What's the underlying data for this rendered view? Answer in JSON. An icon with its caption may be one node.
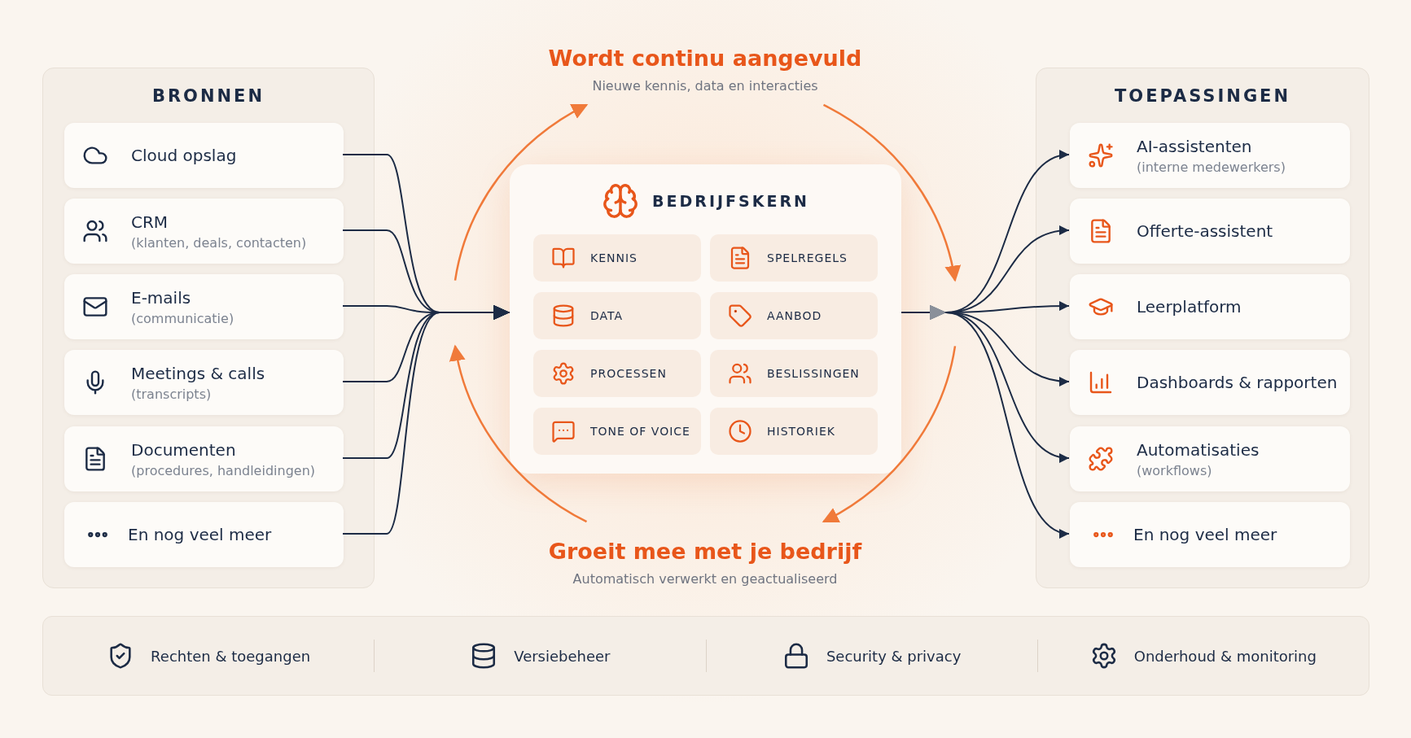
{
  "diagram": {
    "nodes": [
      {
        "text": [
          "BRONNEN"
        ]
      },
      {
        "text": [
          "Cloud opslag"
        ],
        "in": 0
      },
      {
        "text": [
          "CRM",
          "(klanten, deals, contacten)"
        ],
        "in": 0
      },
      {
        "text": [
          "E-mails",
          "(communicatie)"
        ],
        "in": 0
      },
      {
        "text": [
          "Meetings & calls",
          "(transcripts)"
        ],
        "in": 0
      },
      {
        "text": [
          "Documenten",
          "(procedures, handleidingen)"
        ],
        "in": 0
      },
      {
        "text": [
          "En nog veel meer"
        ],
        "in": 0
      },
      {
        "text": [
          "BEDRIJFSKERN"
        ]
      },
      {
        "text": [
          "KENNIS"
        ],
        "in": 7
      },
      {
        "text": [
          "SPELREGELS"
        ],
        "in": 7
      },
      {
        "text": [
          "DATA"
        ],
        "in": 7
      },
      {
        "text": [
          "AANBOD"
        ],
        "in": 7
      },
      {
        "text": [
          "PROCESSEN"
        ],
        "in": 7
      },
      {
        "text": [
          "BESLISSINGEN"
        ],
        "in": 7
      },
      {
        "text": [
          "TONE OF VOICE"
        ],
        "in": 7
      },
      {
        "text": [
          "HISTORIEK"
        ],
        "in": 7
      },
      {
        "text": [
          "TOEPASSINGEN"
        ]
      },
      {
        "text": [
          "AI-assistenten",
          "(interne medewerkers)"
        ],
        "in": 16
      },
      {
        "text": [
          "Offerte-assistent"
        ],
        "in": 16
      },
      {
        "text": [
          "Leerplatform"
        ],
        "in": 16
      },
      {
        "text": [
          "Dashboards & rapporten"
        ],
        "in": 16
      },
      {
        "text": [
          "Automatisaties",
          "(workflows)"
        ],
        "in": 16
      },
      {
        "text": [
          "En nog veel meer"
        ],
        "in": 16
      },
      {
        "text": [
          "Rechten & toegangen",
          "Versiebeheer",
          "Security & privacy",
          "Onderhoud & monitoring"
        ]
      }
    ],
    "edges": [
      {
        "from": 1,
        "to": 7,
        "arrow": "to"
      },
      {
        "from": 2,
        "to": 7,
        "arrow": "to"
      },
      {
        "from": 3,
        "to": 7,
        "arrow": "to"
      },
      {
        "from": 4,
        "to": 7,
        "arrow": "to"
      },
      {
        "from": 5,
        "to": 7,
        "arrow": "to"
      },
      {
        "from": 6,
        "to": 7,
        "arrow": "to"
      },
      {
        "from": 7,
        "to": 17,
        "arrow": "to"
      },
      {
        "from": 7,
        "to": 18,
        "arrow": "to"
      },
      {
        "from": 7,
        "to": 19,
        "arrow": "to"
      },
      {
        "from": 7,
        "to": 20,
        "arrow": "to"
      },
      {
        "from": 7,
        "to": 21,
        "arrow": "to"
      },
      {
        "from": 7,
        "to": 22,
        "arrow": "to"
      }
    ],
    "labels": [
      "Wordt continu aangevuld",
      "Nieuwe kennis, data en interacties",
      "Groeit mee met je bedrijf",
      "Automatisch verwerkt en geactualiseerd"
    ]
  }
}
